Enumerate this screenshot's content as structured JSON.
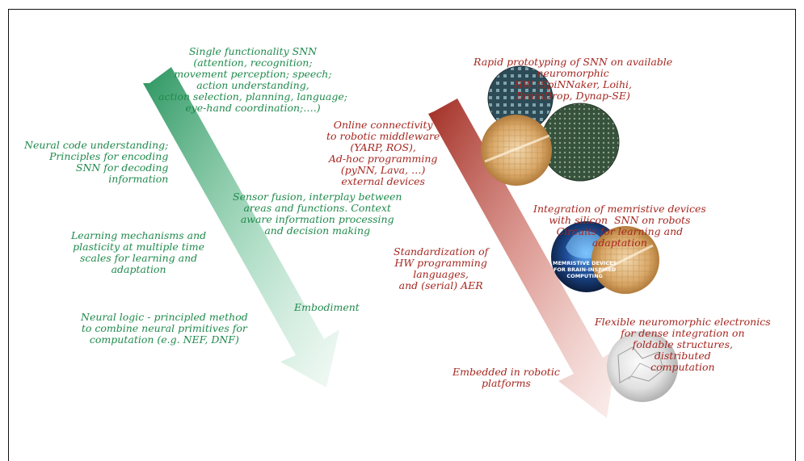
{
  "colors": {
    "green_text": "#1f8a4c",
    "red_text": "#a5261f",
    "green_arrow": "#2e9a62",
    "red_arrow": "#a8322a",
    "frame": "#111111"
  },
  "green_labels": {
    "single_functionality": "Single functionality SNN\n(attention, recognition;\nmovement perception; speech;\naction understanding,\naction selection, planning, language;\neye-hand coordination;….)",
    "neural_code": "Neural code understanding;\nPrinciples for encoding\nSNN for decoding\ninformation",
    "sensor_fusion": "Sensor fusion, interplay between\nareas and functions. Context\naware information processing\nand decision making",
    "learning": "Learning mechanisms and\nplasticity at multiple time\nscales for learning and\nadaptation",
    "embodiment": "Embodiment",
    "neural_logic": "Neural logic - principled method\nto combine neural primitives for\ncomputation (e.g. NEF, DNF)"
  },
  "red_labels": {
    "rapid_prototyping": "Rapid prototyping of SNN on available\nneuromorphic\nHW (SpiNNaker, Loihi,\nBrainDrop, Dynap-SE)",
    "online_connectivity": "Online connectivity\nto robotic middleware\n(YARP, ROS),\nAd-hoc programming\n(pyNN, Lava, …)\nexternal devices",
    "memristive": "Integration of memristive devices\nwith silicon  SNN on robots\nCircuits for learning and\nadaptation",
    "standardization": "Standardization of\nHW programming\nlanguages,\nand (serial) AER",
    "flexible": "Flexible neuromorphic electronics\nfor dense integration on\nfoldable structures,\ndistributed\ncomputation",
    "embedded": "Embedded in robotic\nplatforms"
  },
  "images": {
    "memristive_book_caption": "MEMRISTIVE DEVICES\nFOR BRAIN-INSPIRED\nCOMPUTING",
    "chip_photo_icon": "neuromorphic-chip-photo",
    "wafer_photo_icon": "silicon-wafer-photo",
    "board_photo_icon": "circuit-board-photo",
    "brain_book_icon": "memristive-book-cover",
    "paper_photo_icon": "crumpled-flexible-electronics-photo"
  }
}
